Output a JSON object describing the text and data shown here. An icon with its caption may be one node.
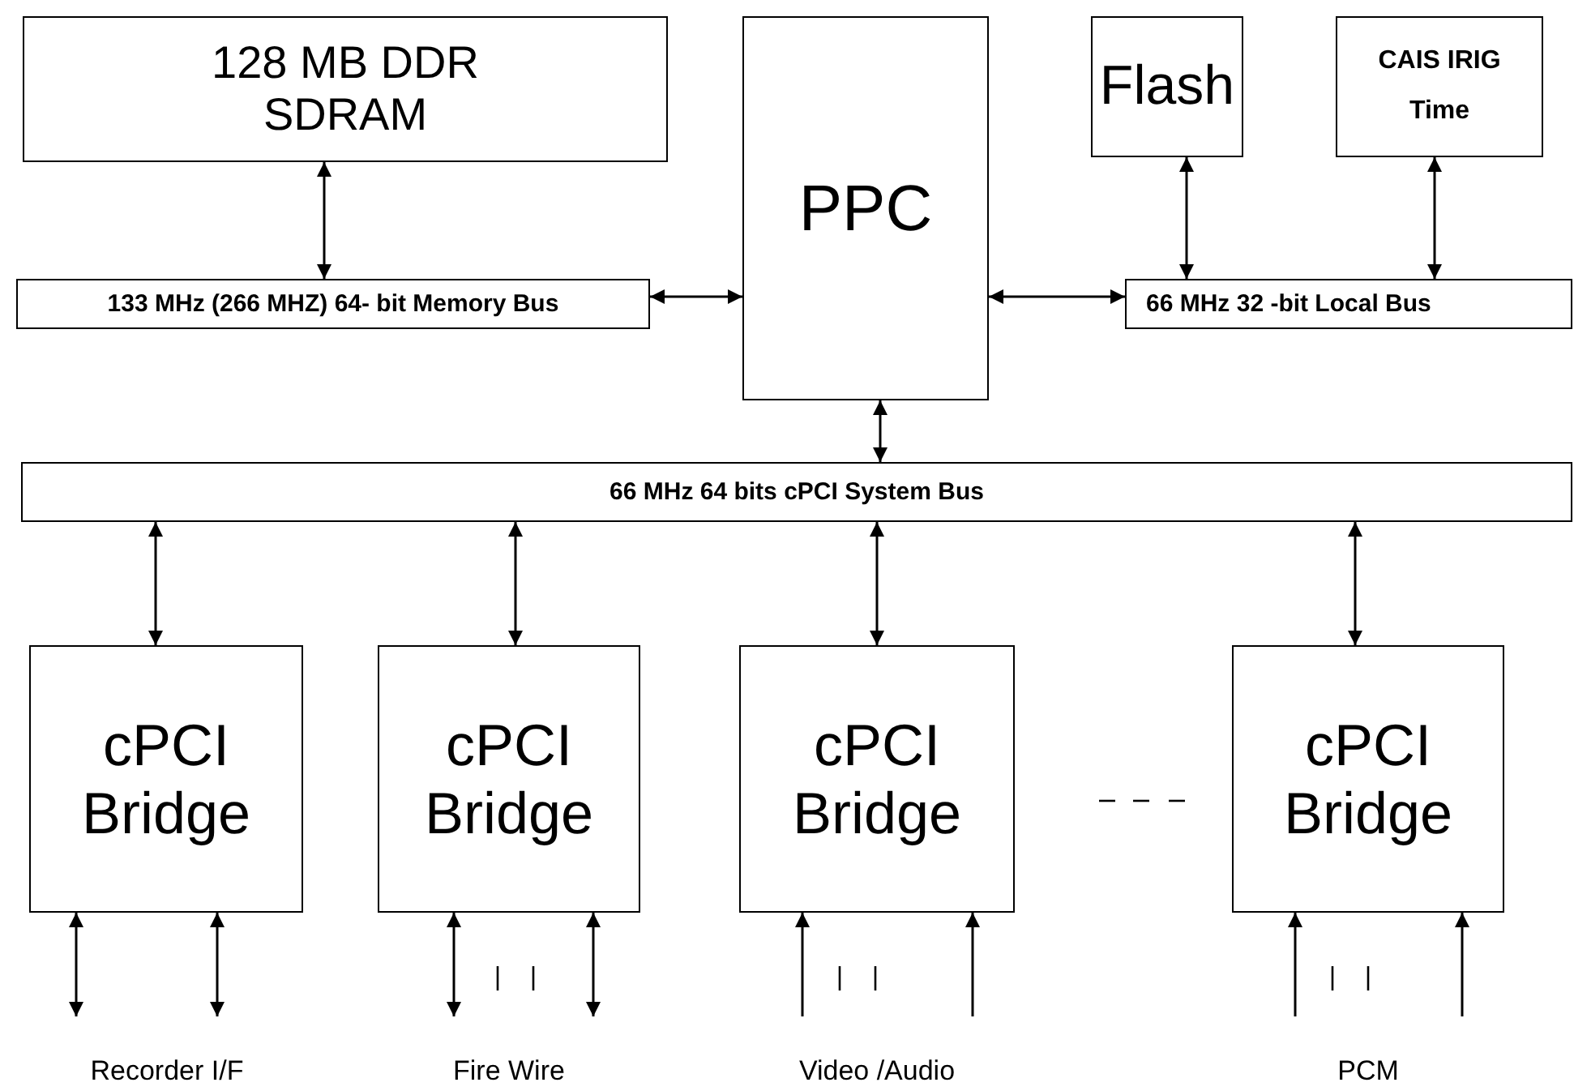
{
  "diagram": {
    "nodes": [
      {
        "text": [
          "128 MB DDR SDRAM"
        ]
      },
      {
        "text": [
          "133 MHz (266 MHZ) 64- bit Memory Bus"
        ]
      },
      {
        "text": [
          "PPC"
        ]
      },
      {
        "text": [
          "Flash"
        ]
      },
      {
        "text": [
          "CAIS IRIG Time"
        ]
      },
      {
        "text": [
          "66 MHz 32 -bit Local Bus"
        ]
      },
      {
        "text": [
          "66 MHz 64 bits cPCI System Bus"
        ]
      },
      {
        "text": [
          "cPCI Bridge"
        ]
      },
      {
        "text": [
          "cPCI Bridge"
        ]
      },
      {
        "text": [
          "cPCI Bridge"
        ]
      },
      {
        "text": [
          "cPCI Bridge"
        ]
      }
    ],
    "labels": [
      "Recorder I/F",
      "Fire Wire",
      "Video /Audio",
      "PCM"
    ],
    "edges": [
      {
        "from": 0,
        "to": 1,
        "arrow": "both"
      },
      {
        "from": 1,
        "to": 2,
        "arrow": "both"
      },
      {
        "from": 2,
        "to": 5,
        "arrow": "both"
      },
      {
        "from": 3,
        "to": 5,
        "arrow": "both"
      },
      {
        "from": 4,
        "to": 5,
        "arrow": "both"
      },
      {
        "from": 2,
        "to": 6,
        "arrow": "both"
      },
      {
        "from": 6,
        "to": 7,
        "arrow": "both"
      },
      {
        "from": 6,
        "to": 8,
        "arrow": "both"
      },
      {
        "from": 6,
        "to": 9,
        "arrow": "both"
      },
      {
        "from": 6,
        "to": 10,
        "arrow": "both"
      },
      {
        "from": null,
        "to": 7,
        "arrow": "both"
      },
      {
        "from": null,
        "to": 7,
        "arrow": "both"
      },
      {
        "from": null,
        "to": 8,
        "arrow": "both"
      },
      {
        "from": null,
        "to": 8,
        "arrow": "both"
      },
      {
        "from": null,
        "to": 9,
        "arrow": "to"
      },
      {
        "from": null,
        "to": 9,
        "arrow": "to"
      },
      {
        "from": null,
        "to": 10,
        "arrow": "to"
      },
      {
        "from": null,
        "to": 10,
        "arrow": "to"
      }
    ]
  }
}
